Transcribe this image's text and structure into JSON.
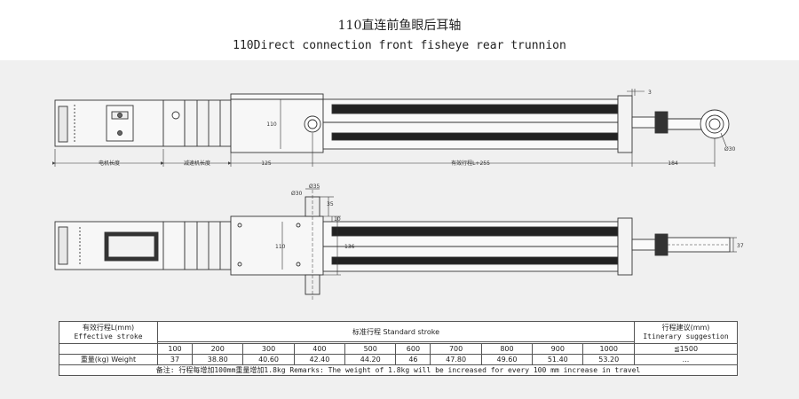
{
  "title_cn": "110直连前鱼眼后耳轴",
  "title_en": "110Direct connection front fisheye rear trunnion",
  "top_view": {
    "dim_rear_gap": "3",
    "dim_height": "110",
    "dim_fisheye_dia": "Ø30",
    "label_motor_length": "电机长度",
    "label_reducer_length": "减速机长度",
    "dim_trunnion_block": "125",
    "label_effective_stroke": "有效行程L+255",
    "dim_front": "184"
  },
  "side_view": {
    "dim_trunnion_dia": "Ø30",
    "dim_trunnion_shaft": "Ø35",
    "dim_35": "35",
    "dim_10": "10",
    "dim_body_height": "110",
    "dim_overall_height": "136",
    "dim_fork": "37"
  },
  "table": {
    "header_left_cn": "有效行程L(mm)",
    "header_left_en": "Effective stroke",
    "header_mid": "标准行程   Standard stroke",
    "header_right_cn": "行程建议(mm)",
    "header_right_en": "Itinerary suggestion",
    "strokes": [
      "100",
      "200",
      "300",
      "400",
      "500",
      "600",
      "700",
      "800",
      "900",
      "1000"
    ],
    "stroke_suggestion": "≦1500",
    "weight_label": "重量(kg) Weight",
    "weights": [
      "37",
      "38.80",
      "40.60",
      "42.40",
      "44.20",
      "46",
      "47.80",
      "49.60",
      "51.40",
      "53.20"
    ],
    "weight_suggestion": "...",
    "remark": "备注: 行程每增加100mm重量增加1.8kg    Remarks: The weight of 1.8kg will be increased for every 100 mm increase in travel"
  }
}
